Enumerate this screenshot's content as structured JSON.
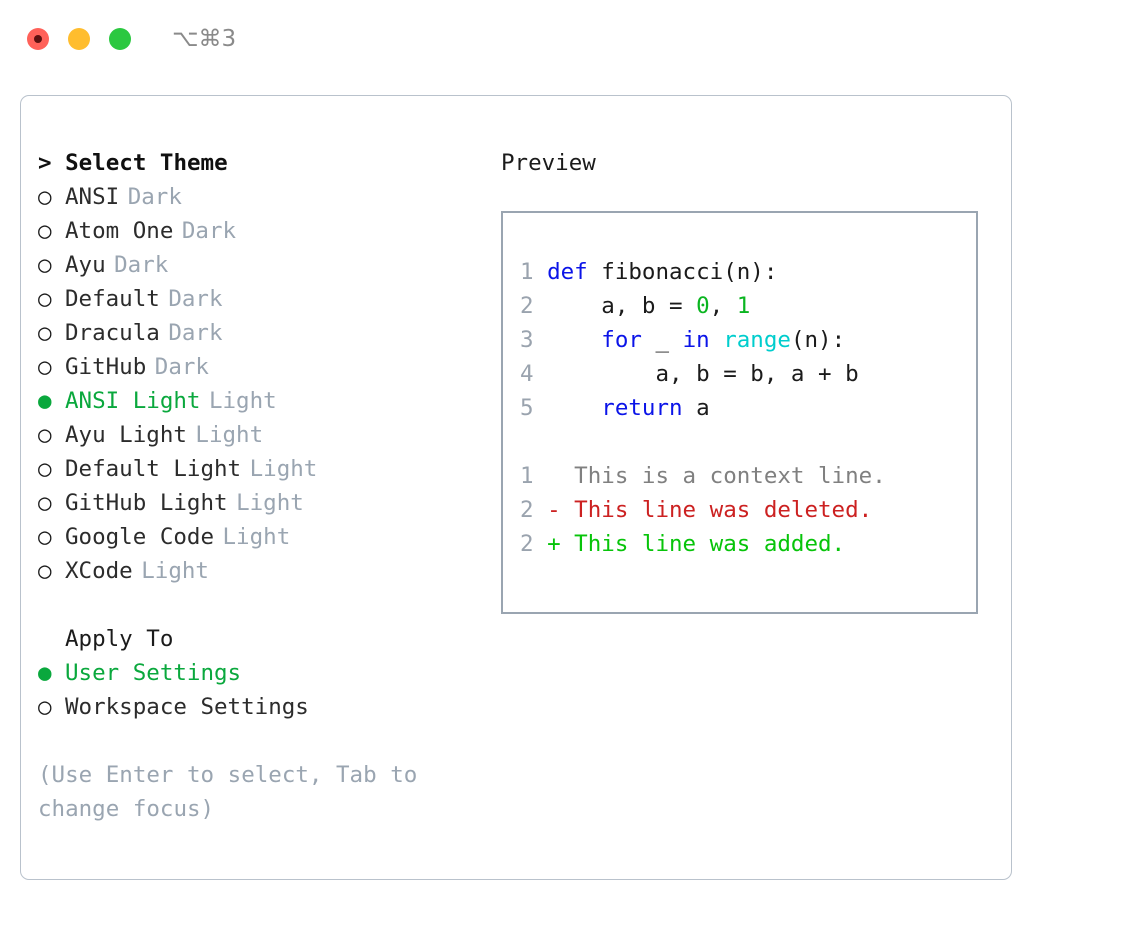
{
  "titlebar": {
    "shortcut": "⌥⌘3",
    "buttons": [
      {
        "name": "close-button",
        "color": "#ff6159"
      },
      {
        "name": "minimize-button",
        "color": "#ffbd2e"
      },
      {
        "name": "maximize-button",
        "color": "#2bc840"
      }
    ]
  },
  "theme_picker": {
    "heading": "> Select Theme",
    "selected_theme": "ANSI Light",
    "marker_selected": "●",
    "marker_unselected": "○",
    "themes": [
      {
        "name": "ANSI",
        "kind": "Dark",
        "selected": false
      },
      {
        "name": "Atom One",
        "kind": "Dark",
        "selected": false
      },
      {
        "name": "Ayu",
        "kind": "Dark",
        "selected": false
      },
      {
        "name": "Default",
        "kind": "Dark",
        "selected": false
      },
      {
        "name": "Dracula",
        "kind": "Dark",
        "selected": false
      },
      {
        "name": "GitHub",
        "kind": "Dark",
        "selected": false
      },
      {
        "name": "ANSI Light",
        "kind": "Light",
        "selected": true
      },
      {
        "name": "Ayu Light",
        "kind": "Light",
        "selected": false
      },
      {
        "name": "Default Light",
        "kind": "Light",
        "selected": false
      },
      {
        "name": "GitHub Light",
        "kind": "Light",
        "selected": false
      },
      {
        "name": "Google Code",
        "kind": "Light",
        "selected": false
      },
      {
        "name": "XCode",
        "kind": "Light",
        "selected": false
      }
    ]
  },
  "apply_to": {
    "label": "Apply To",
    "selected_option": "User Settings",
    "options": [
      {
        "name": "User Settings",
        "selected": true
      },
      {
        "name": "Workspace Settings",
        "selected": false
      }
    ]
  },
  "hint": "(Use Enter to select, Tab to change focus)",
  "preview": {
    "title": "Preview",
    "code_lines": [
      {
        "num": "1",
        "tokens": [
          {
            "t": "def",
            "c": "kw"
          },
          {
            "t": " fibonacci(n):",
            "c": ""
          }
        ]
      },
      {
        "num": "2",
        "tokens": [
          {
            "t": "    a, b = ",
            "c": ""
          },
          {
            "t": "0",
            "c": "num"
          },
          {
            "t": ", ",
            "c": ""
          },
          {
            "t": "1",
            "c": "num"
          }
        ]
      },
      {
        "num": "3",
        "tokens": [
          {
            "t": "    ",
            "c": ""
          },
          {
            "t": "for",
            "c": "kw"
          },
          {
            "t": " _ ",
            "c": ""
          },
          {
            "t": "in",
            "c": "kw"
          },
          {
            "t": " ",
            "c": ""
          },
          {
            "t": "range",
            "c": "fn"
          },
          {
            "t": "(n):",
            "c": ""
          }
        ]
      },
      {
        "num": "4",
        "tokens": [
          {
            "t": "        a, b = b, a + b",
            "c": ""
          }
        ]
      },
      {
        "num": "5",
        "tokens": [
          {
            "t": "    ",
            "c": ""
          },
          {
            "t": "return",
            "c": "kw"
          },
          {
            "t": " a",
            "c": ""
          }
        ]
      }
    ],
    "diff_lines": [
      {
        "num": "1",
        "text": "   This is a context line.",
        "c": "ctx"
      },
      {
        "num": "2",
        "text": " - This line was deleted.",
        "c": "del"
      },
      {
        "num": "2",
        "text": " + This line was added.",
        "c": "add"
      }
    ]
  },
  "colors": {
    "accent_green": "#0aa83d",
    "muted": "#9aa5b1",
    "keyword_blue": "#0b14e8",
    "function_cyan": "#00cdcd",
    "number_green": "#0ab520",
    "diff_deleted": "#cc2121",
    "diff_added": "#07c40a",
    "border": "#b9c2cc"
  }
}
